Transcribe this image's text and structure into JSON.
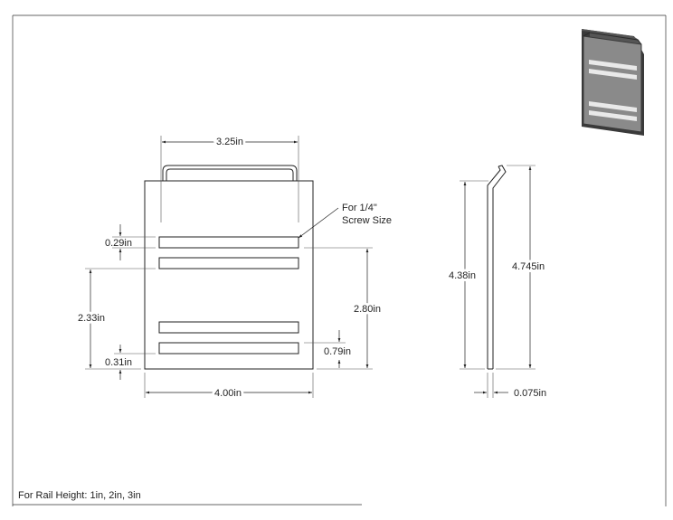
{
  "title_block": {
    "note": "For Rail Height: 1in, 2in, 3in"
  },
  "front_view": {
    "width_top": "3.25in",
    "width_bottom": "4.00in",
    "slot_height": "0.29in",
    "slot_to_bottom": "2.33in",
    "bottom_edge": "0.31in",
    "slot_span": "2.80in",
    "lower_slot_offset": "0.79in",
    "callout_line1": "For 1/4\"",
    "callout_line2": "Screw Size"
  },
  "side_view": {
    "height_inner": "4.38in",
    "height_overall": "4.745in",
    "thickness": "0.075in"
  },
  "colors": {
    "line": "#222222",
    "preview_fill": "#8a8a8a",
    "preview_dark": "#3a3a3a",
    "preview_slot": "#e9e9e9"
  }
}
